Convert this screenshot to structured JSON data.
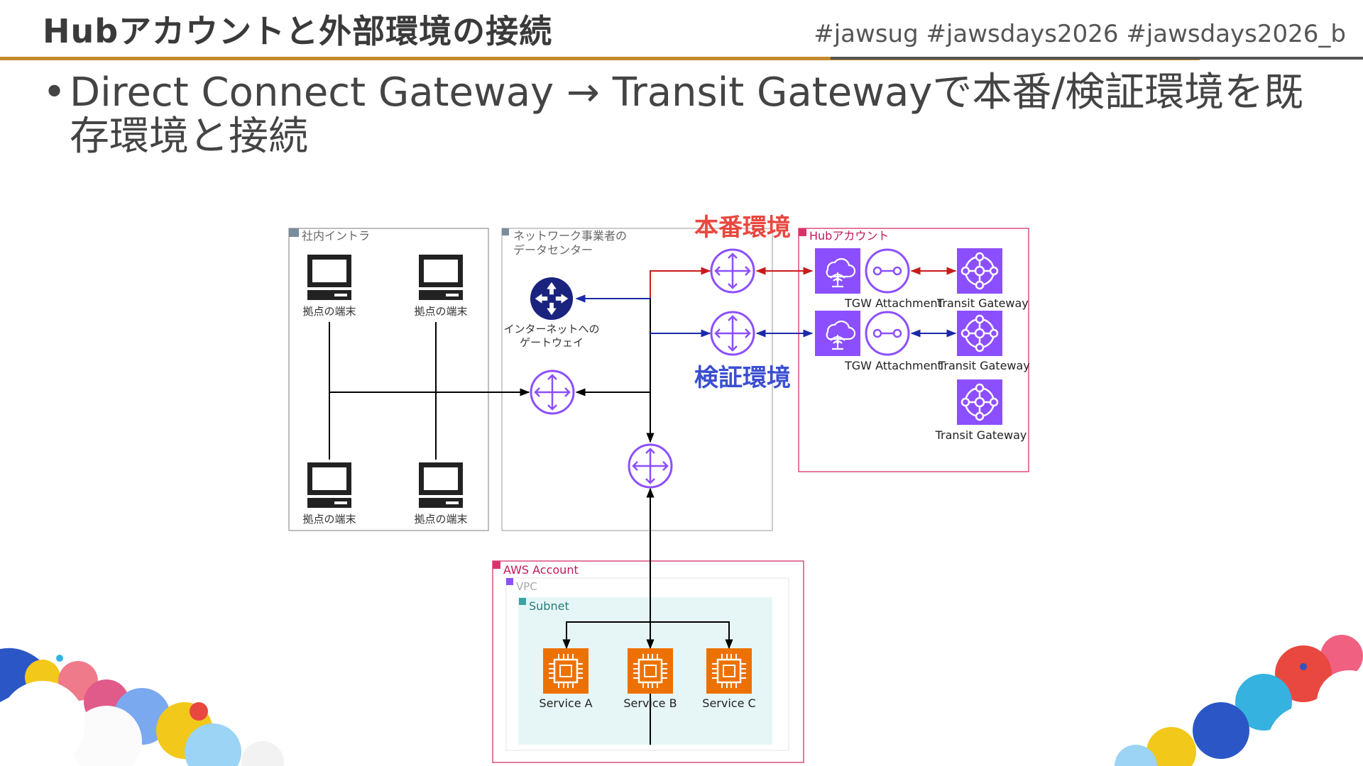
{
  "header": {
    "title": "Hubアカウントと外部環境の接続",
    "tags": "#jawsug #jawsdays2026 #jawsdays2026_b"
  },
  "bullet": {
    "line1": "Direct Connect Gateway → Transit Gatewayで本番/検証環境を既",
    "line2": "存環境と接続"
  },
  "diagram": {
    "intranet": {
      "label": "社内イントラ",
      "terminal_label": "拠点の端末"
    },
    "datacenter": {
      "label_line1": "ネットワーク事業者の",
      "label_line2": "データセンター",
      "gateway_line1": "インターネットへの",
      "gateway_line2": "ゲートウェイ"
    },
    "env_prod": "本番環境",
    "env_stg": "検証環境",
    "hub": {
      "label": "Hubアカウント",
      "tgw_attachment": "TGW Attachment",
      "transit_gateway": "Transit Gateway"
    },
    "aws": {
      "account": "AWS Account",
      "vpc": "VPC",
      "subnet": "Subnet",
      "services": [
        "Service A",
        "Service B",
        "Service C"
      ]
    }
  },
  "colors": {
    "accent_gold": "#c38a2c",
    "prod_red": "#e8483f",
    "stg_blue": "#3b4fd1",
    "router_purple": "#8c4fff",
    "ec2_orange": "#ed7100",
    "hub_border": "#d6336c"
  }
}
